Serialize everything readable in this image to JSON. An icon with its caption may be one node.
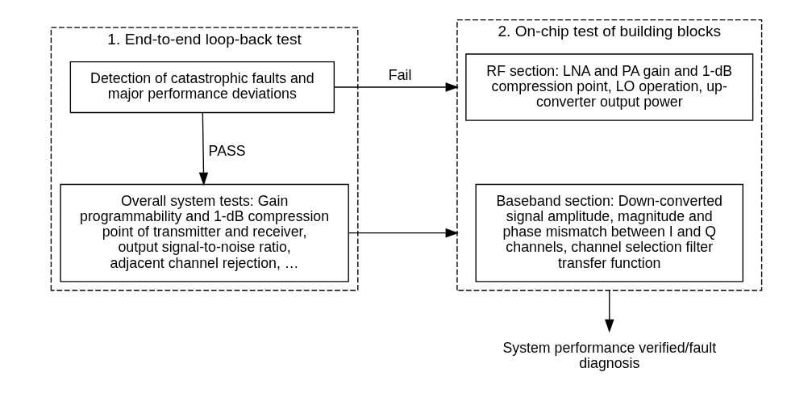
{
  "diagram": {
    "nodes": [
      {
        "text": [
          "1. End-to-end loop-back test"
        ]
      },
      {
        "text": [
          "Detection of catastrophic faults and major performance deviations"
        ],
        "in": 0
      },
      {
        "text": [
          "Overall system tests: Gain programmability and 1-dB compression point of transmitter and receiver, output signal-to-noise ratio, adjacent channel rejection, …"
        ],
        "in": 0
      },
      {
        "text": [
          "2. On-chip test of building blocks"
        ]
      },
      {
        "text": [
          "RF section: LNA and PA gain and 1-dB compression point, LO operation, up-converter output power"
        ],
        "in": 3
      },
      {
        "text": [
          "Baseband section: Down-converted signal amplitude, magnitude and phase mismatch between I and Q channels, channel selection filter transfer function"
        ],
        "in": 3
      },
      {
        "text": [
          "System performance verified/fault diagnosis"
        ]
      }
    ],
    "edges": [
      {
        "from": 1,
        "to": 3,
        "arrow": "to",
        "label": "Fail"
      },
      {
        "from": 1,
        "to": 2,
        "arrow": "to",
        "label": "PASS"
      },
      {
        "from": 2,
        "to": 3,
        "arrow": "to"
      },
      {
        "from": 3,
        "to": 6,
        "arrow": "to"
      }
    ]
  }
}
